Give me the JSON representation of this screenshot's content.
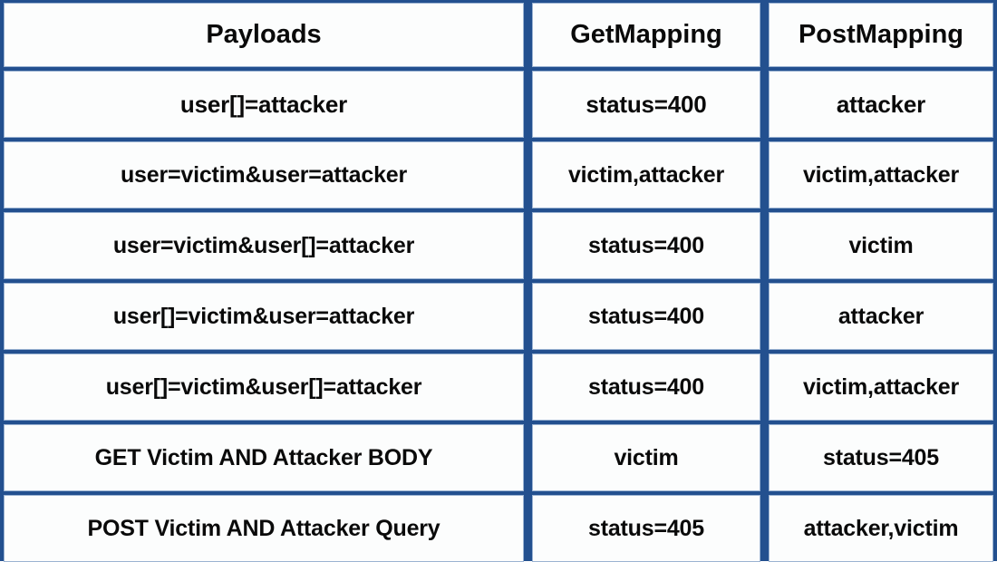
{
  "table": {
    "columns": [
      "Payloads",
      "GetMapping",
      "PostMapping"
    ],
    "rows": [
      {
        "payload": "user[]=attacker",
        "get_mapping": "status=400",
        "post_mapping": "attacker"
      },
      {
        "payload": "user=victim&user=attacker",
        "get_mapping": "victim,attacker",
        "post_mapping": "victim,attacker"
      },
      {
        "payload": "user=victim&user[]=attacker",
        "get_mapping": "status=400",
        "post_mapping": "victim"
      },
      {
        "payload": "user[]=victim&user=attacker",
        "get_mapping": "status=400",
        "post_mapping": "attacker"
      },
      {
        "payload": "user[]=victim&user[]=attacker",
        "get_mapping": "status=400",
        "post_mapping": "victim,attacker"
      },
      {
        "payload": "GET Victim AND Attacker BODY",
        "get_mapping": "victim",
        "post_mapping": "status=405"
      },
      {
        "payload": "POST Victim AND Attacker Query",
        "get_mapping": "status=405",
        "post_mapping": "attacker,victim"
      }
    ]
  },
  "colors": {
    "grid_blue": "#23508F",
    "cell_background": "#FCFDFD",
    "cell_border": "#9BB3D2",
    "text": "#0A0A0A"
  }
}
